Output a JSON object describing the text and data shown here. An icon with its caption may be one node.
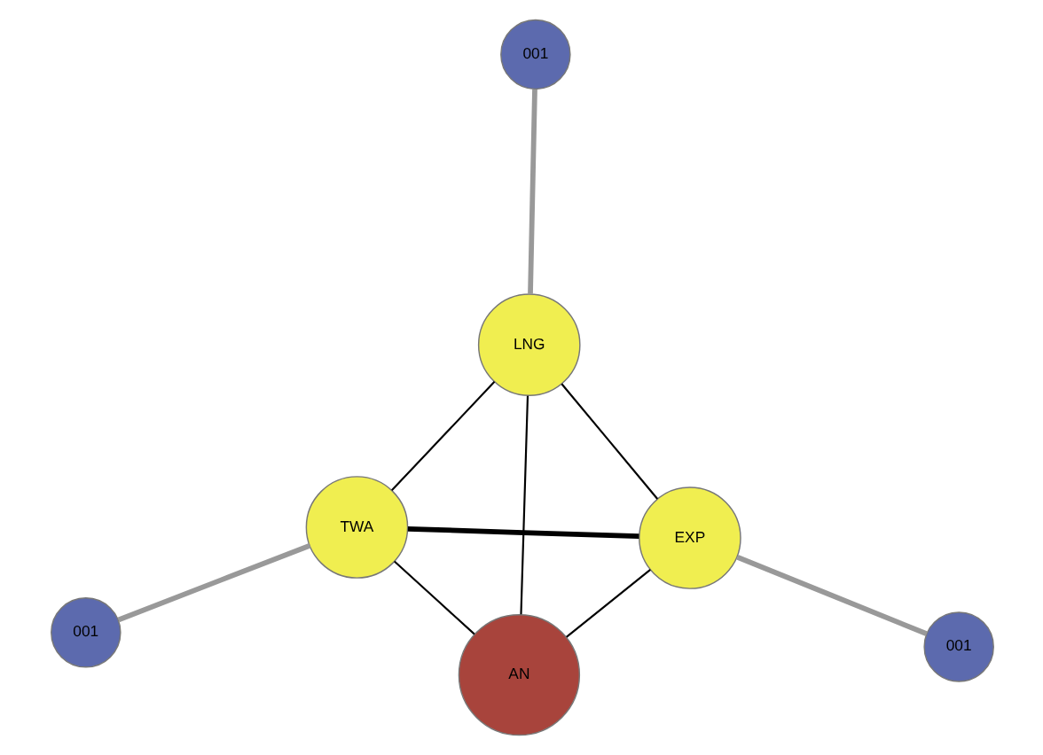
{
  "diagram": {
    "nodes": [
      {
        "text": [
          "EXP"
        ]
      },
      {
        "text": [
          "001"
        ]
      },
      {
        "text": [
          "AN"
        ]
      },
      {
        "text": [
          "001"
        ]
      },
      {
        "text": [
          "LNG"
        ]
      },
      {
        "text": [
          "TWA"
        ]
      },
      {
        "text": [
          "001"
        ]
      }
    ],
    "edges": [
      {
        "from": 0,
        "to": 1,
        "arrow": "none",
        "style": "thick",
        "color": "#999999"
      },
      {
        "from": 0,
        "to": 2,
        "arrow": "none"
      },
      {
        "from": 0,
        "to": 5,
        "arrow": "none",
        "style": "thick"
      },
      {
        "from": 0,
        "to": 4,
        "arrow": "none"
      },
      {
        "from": 2,
        "to": 4,
        "arrow": "none"
      },
      {
        "from": 2,
        "to": 5,
        "arrow": "none"
      },
      {
        "from": 5,
        "to": 4,
        "arrow": "none"
      },
      {
        "from": 4,
        "to": 3,
        "arrow": "none",
        "style": "thick",
        "color": "#999999"
      },
      {
        "from": 5,
        "to": 6,
        "arrow": "none",
        "style": "thick",
        "color": "#999999"
      }
    ]
  }
}
